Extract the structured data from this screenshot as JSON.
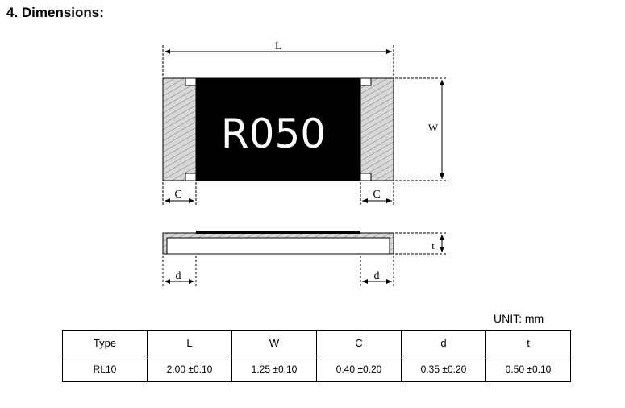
{
  "heading": "4. Dimensions:",
  "drawing": {
    "marking": "R050",
    "label_L": "L",
    "label_W": "W",
    "label_C": "C",
    "label_d": "d",
    "label_t": "t"
  },
  "unit_label": "UNIT: mm",
  "table": {
    "headers": [
      "Type",
      "L",
      "W",
      "C",
      "d",
      "t"
    ],
    "rows": [
      [
        "RL10",
        "2.00 ±0.10",
        "1.25 ±0.10",
        "0.40 ±0.20",
        "0.35 ±0.20",
        "0.50 ±0.10"
      ]
    ]
  }
}
